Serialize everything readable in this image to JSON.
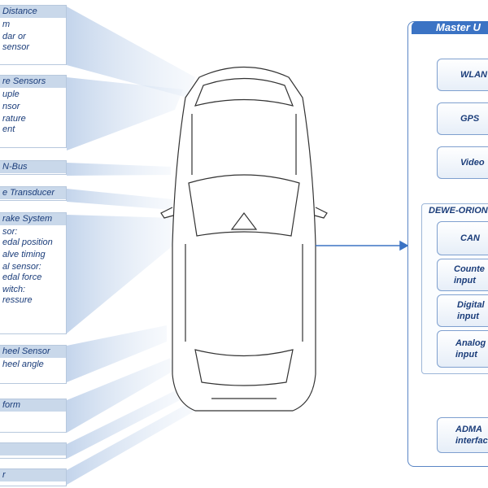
{
  "left_panels": [
    {
      "header": "Distance",
      "items": [
        "m",
        "dar or\nsensor"
      ]
    },
    {
      "header": "re Sensors",
      "items": [
        "uple",
        "nsor",
        "rature\nent"
      ]
    },
    {
      "header": "N-Bus",
      "items": []
    },
    {
      "header": "e Transducer",
      "items": []
    },
    {
      "header": "rake System",
      "items": [
        "sor:\nedal position",
        "alve timing",
        "al sensor:\nedal force",
        "witch:\nressure"
      ]
    },
    {
      "header": "heel Sensor",
      "items": [
        "heel angle"
      ]
    },
    {
      "header": "form",
      "items": []
    },
    {
      "header": "",
      "items": []
    },
    {
      "header": "r",
      "items": []
    }
  ],
  "master": {
    "title": "Master U",
    "buttons": [
      "WLAN",
      "GPS",
      "Video"
    ],
    "orion_title": "DEWE-ORION",
    "orion_buttons": [
      "CAN",
      "Counte\ninput",
      "Digital\ninput",
      "Analog\ninput"
    ],
    "adma_button": "ADMA\ninterface"
  },
  "colors": {
    "panel_header": "#c9d8ea",
    "text": "#1b3d7a",
    "accent": "#3b73c4",
    "border": "#5a86c5"
  }
}
